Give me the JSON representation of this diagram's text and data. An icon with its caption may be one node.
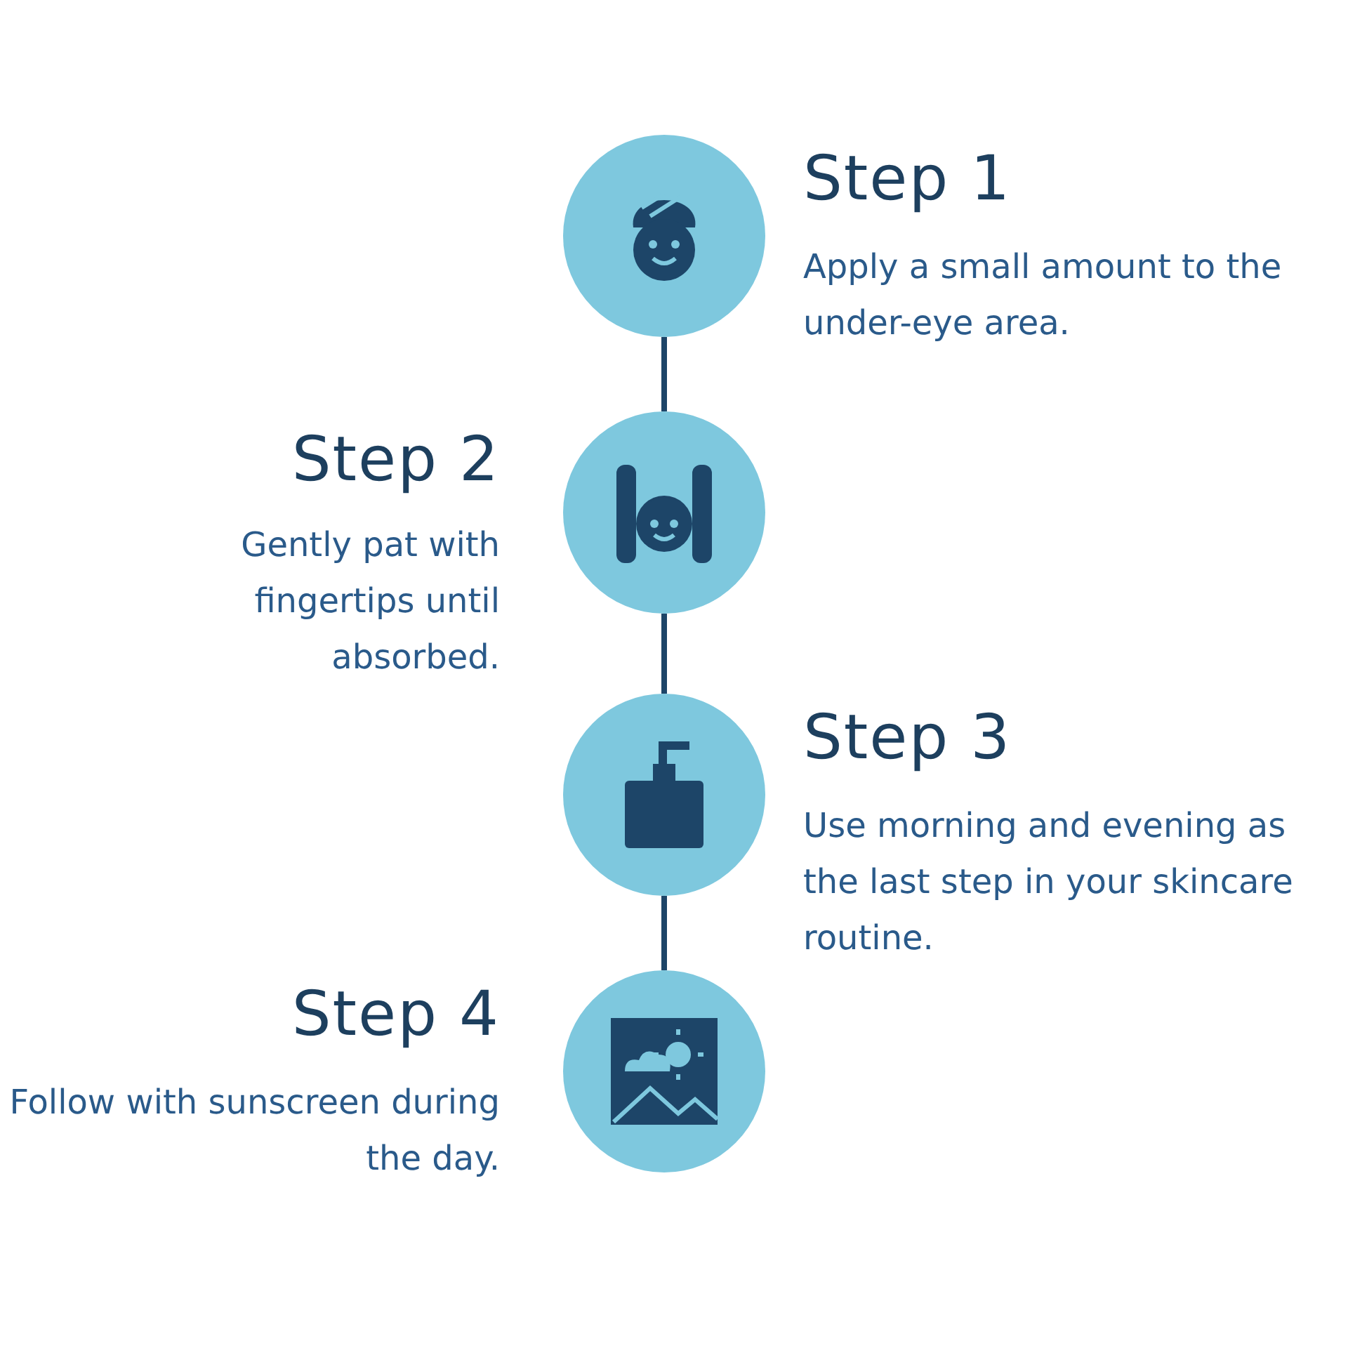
{
  "diagram": {
    "nodes": [
      {
        "text": [],
        "shape": "circle",
        "beside": [
          "Step 1",
          "Apply a small amount to the under-eye area."
        ]
      },
      {
        "text": [],
        "shape": "circle",
        "beside": [
          "Step 2",
          "Gently pat with fingertips until absorbed."
        ]
      },
      {
        "text": [],
        "shape": "circle",
        "beside": [
          "Step 3",
          "Use morning and evening as the last step in your skincare routine."
        ]
      },
      {
        "text": [],
        "shape": "circle",
        "beside": [
          "Step 4",
          "Follow with sunscreen during the day."
        ]
      }
    ],
    "edges": [
      {
        "from": 0,
        "to": 1,
        "arrow": "none"
      },
      {
        "from": 1,
        "to": 2,
        "arrow": "none"
      },
      {
        "from": 2,
        "to": 3,
        "arrow": "none"
      }
    ]
  }
}
